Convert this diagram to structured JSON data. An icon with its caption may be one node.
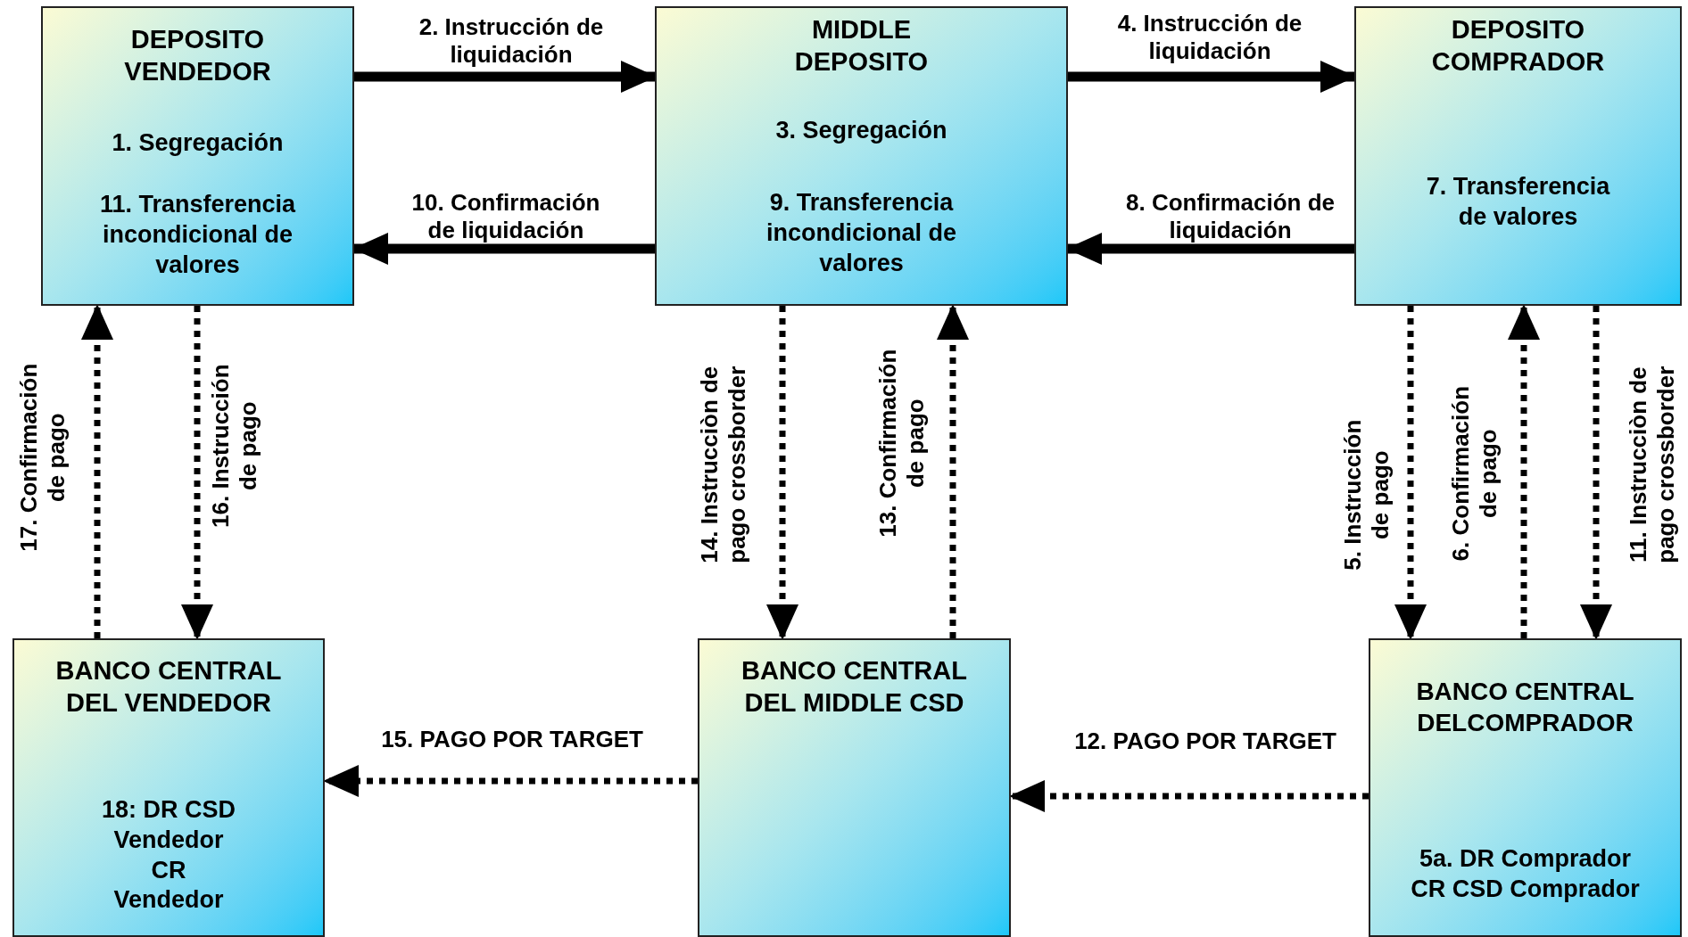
{
  "diagram": {
    "nodes": [
      {
        "text": [
          "DEPOSITO VENDEDOR",
          "1. Segregación",
          "11. Transferencia incondicional de valores"
        ]
      },
      {
        "text": [
          "MIDDLE DEPOSITO",
          "3. Segregación",
          "9. Transferencia incondicional de valores"
        ]
      },
      {
        "text": [
          "DEPOSITO COMPRADOR",
          "7. Transferencia de valores"
        ]
      },
      {
        "text": [
          "BANCO CENTRAL DEL VENDEDOR",
          "18: DR CSD Vendedor CR Vendedor"
        ]
      },
      {
        "text": [
          "BANCO CENTRAL DEL MIDDLE CSD"
        ]
      },
      {
        "text": [
          "BANCO CENTRAL DELCOMPRADOR",
          "5a. DR Comprador CR CSD Comprador"
        ]
      }
    ],
    "edges": [
      {
        "from": 0,
        "to": 1,
        "arrow": "to",
        "label": "2. Instrucción de liquidación"
      },
      {
        "from": 1,
        "to": 2,
        "arrow": "to",
        "label": "4. Instrucción de liquidación"
      },
      {
        "from": 2,
        "to": 1,
        "arrow": "to",
        "label": "8. Confirmación de liquidación"
      },
      {
        "from": 1,
        "to": 0,
        "arrow": "to",
        "label": "10. Confirmación de liquidación"
      },
      {
        "from": 3,
        "to": 0,
        "arrow": "to",
        "label": "17. Confirmación de pago",
        "style": "dashed"
      },
      {
        "from": 0,
        "to": 3,
        "arrow": "to",
        "label": "16. Instrucción de pago",
        "style": "dashed"
      },
      {
        "from": 1,
        "to": 4,
        "arrow": "to",
        "label": "14. Instrucciòn de pago crossborder",
        "style": "dashed"
      },
      {
        "from": 4,
        "to": 1,
        "arrow": "to",
        "label": "13. Confirmación de pago",
        "style": "dashed"
      },
      {
        "from": 2,
        "to": 5,
        "arrow": "to",
        "label": "5. Instrucción de pago",
        "style": "dashed"
      },
      {
        "from": 5,
        "to": 2,
        "arrow": "to",
        "label": "6. Confirmación de pago",
        "style": "dashed"
      },
      {
        "from": 2,
        "to": 5,
        "arrow": "to",
        "label": "11. Instrucciòn de pago crossborder",
        "style": "dashed"
      },
      {
        "from": 4,
        "to": 3,
        "arrow": "to",
        "label": "15. PAGO POR TARGET",
        "style": "dashed"
      },
      {
        "from": 5,
        "to": 4,
        "arrow": "to",
        "label": "12. PAGO POR TARGET",
        "style": "dashed"
      }
    ]
  }
}
